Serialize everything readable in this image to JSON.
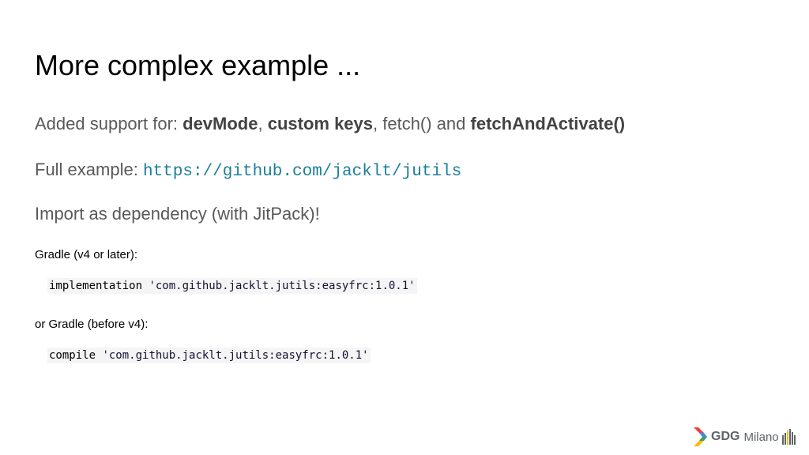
{
  "slide": {
    "title": "More complex example ...",
    "line1": {
      "prefix": "Added support for: ",
      "dev_mode": "devMode",
      "sep1": ", ",
      "custom_keys": "custom keys",
      "sep2": ", fetch() and ",
      "fetch_and_activate": "fetchAndActivate()"
    },
    "line2": {
      "label": "Full example: ",
      "link": "https://github.com/jacklt/jutils"
    },
    "line3": "Import as dependency (with JitPack)!",
    "gradle_v4_label": "Gradle (v4 or later):",
    "gradle_v4_code": {
      "keyword": "implementation ",
      "artifact": "'com.github.jacklt.jutils:easyfrc:1.0.1'"
    },
    "gradle_old_label": "or Gradle (before v4):",
    "gradle_old_code": {
      "keyword": "compile ",
      "artifact": "'com.github.jacklt.jutils:easyfrc:1.0.1'"
    }
  },
  "logo": {
    "brand": "GDG",
    "city": "Milano",
    "icon": "gdg-chevron-icon",
    "colors": {
      "blue": "#4285f4",
      "red": "#ea4335",
      "green": "#34a853",
      "yellow": "#fbbc05"
    }
  }
}
